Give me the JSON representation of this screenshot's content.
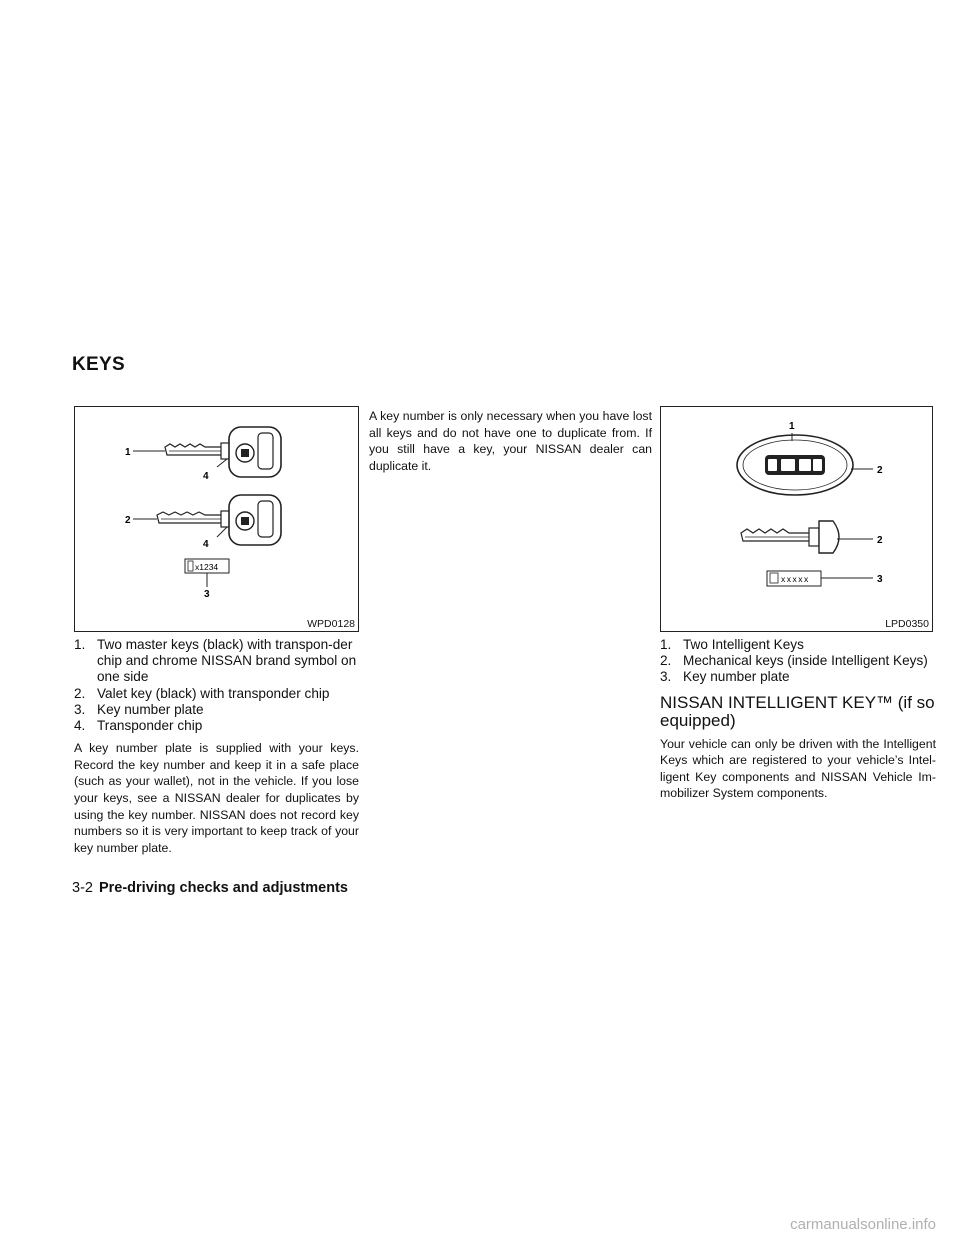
{
  "section_title": "KEYS",
  "figure1": {
    "code": "WPD0128",
    "callouts": [
      "1",
      "4",
      "2",
      "4",
      "3"
    ],
    "plate_text": "x1234"
  },
  "figure2": {
    "code": "LPD0350",
    "callouts": [
      "1",
      "2",
      "2",
      "3"
    ],
    "plate_text": "xxxxx"
  },
  "col1": {
    "items": [
      {
        "num": "1.",
        "text": "Two master keys (black) with transpon-der chip and chrome NISSAN brand symbol on one side"
      },
      {
        "num": "2.",
        "text": "Valet key (black) with transponder chip"
      },
      {
        "num": "3.",
        "text": "Key number plate"
      },
      {
        "num": "4.",
        "text": "Transponder chip"
      }
    ],
    "paragraph": "A key number plate is supplied with your keys. Record the key number and keep it in a safe place (such as your wallet), not in the vehicle. If you lose your keys, see a NISSAN dealer for duplicates by using the key number. NISSAN does not record key numbers so it is very important to keep track of your key number plate."
  },
  "col2": {
    "paragraph": "A key number is only necessary when you have lost all keys and do not have one to duplicate from. If you still have a key, your NISSAN dealer can duplicate it."
  },
  "col3": {
    "items": [
      {
        "num": "1.",
        "text": "Two Intelligent Keys"
      },
      {
        "num": "2.",
        "text": "Mechanical keys (inside Intelligent Keys)"
      },
      {
        "num": "3.",
        "text": "Key number plate"
      }
    ],
    "subheading": "NISSAN INTELLIGENT KEY™ (if so equipped)",
    "paragraph": "Your vehicle can only be driven with the Intelligent Keys which are registered to your vehicle’s Intel-ligent Key components and NISSAN Vehicle Im-mobilizer System components."
  },
  "footer": {
    "page": "3-2",
    "chapter": "Pre-driving checks and adjustments"
  },
  "watermark": "carmanualsonline.info"
}
